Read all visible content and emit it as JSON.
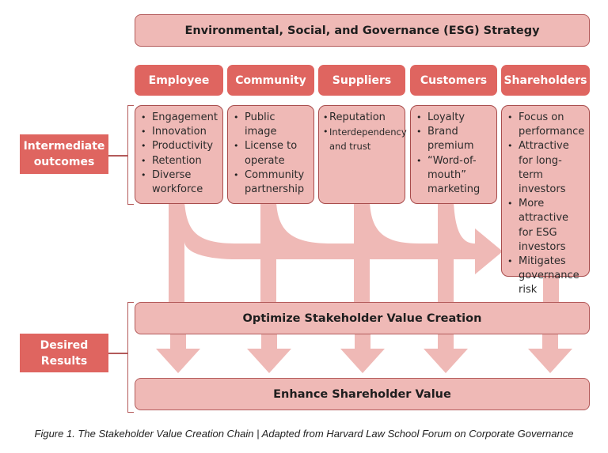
{
  "strategy": {
    "title": "Environmental, Social, and Governance (ESG) Strategy"
  },
  "stakeholders": [
    {
      "name": "Employee",
      "outcomes": [
        "Engagement",
        "Innovation",
        "Productivity",
        "Retention",
        "Diverse workforce"
      ]
    },
    {
      "name": "Community",
      "outcomes": [
        "Public image",
        "License to operate",
        "Community partnership"
      ]
    },
    {
      "name": "Suppliers",
      "outcomes": [
        "Reputation",
        "Interdependency and trust"
      ]
    },
    {
      "name": "Customers",
      "outcomes": [
        "Loyalty",
        "Brand premium",
        "“Word-of-mouth” marketing"
      ]
    },
    {
      "name": "Shareholders",
      "outcomes": [
        "Focus on performance",
        "Attractive for long-term investors",
        "More attractive for ESG investors",
        "Mitigates governance risk"
      ]
    }
  ],
  "labels": {
    "intermediate": "Intermediate outcomes",
    "desired": "Desired Results"
  },
  "results": {
    "optimize": "Optimize Stakeholder Value Creation",
    "enhance": "Enhance Shareholder Value"
  },
  "caption": "Figure 1. The Stakeholder Value Creation Chain | Adapted from Harvard Law School Forum on Corporate Governance",
  "colors": {
    "header_fill": "#df6560",
    "box_fill": "#efb9b6",
    "box_border": "#b35a5a",
    "arrow_fill": "#efb9b6"
  }
}
